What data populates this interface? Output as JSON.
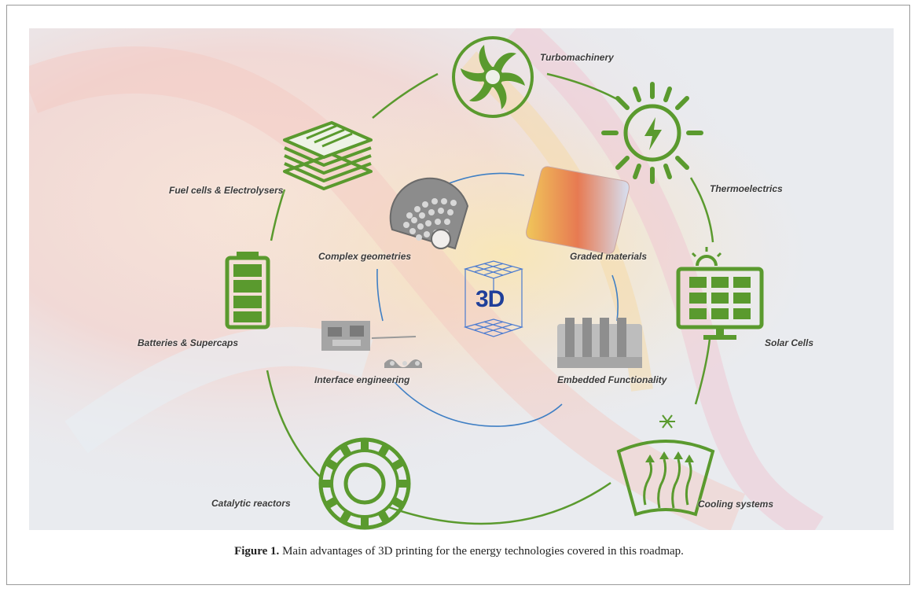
{
  "outer_labels": {
    "turbomachinery": "Turbomachinery",
    "thermoelectrics": "Thermoelectrics",
    "solar_cells": "Solar Cells",
    "cooling_systems": "Cooling systems",
    "catalytic_reactors": "Catalytic reactors",
    "batteries": "Batteries & Supercaps",
    "fuel_cells": "Fuel cells & Electrolysers"
  },
  "inner_labels": {
    "complex_geometries": "Complex geometries",
    "graded_materials": "Graded materials",
    "interface_engineering": "Interface engineering",
    "embedded_functionality": "Embedded Functionality"
  },
  "center_logo": "3D",
  "caption": {
    "figure_number": "Figure 1.",
    "text": " Main advantages of 3D printing for the energy technologies covered in this roadmap."
  },
  "colors": {
    "icon_green": "#5a9a2e",
    "inner_ring_blue": "#3f7fc4",
    "logo_blue": "#1f3f9a"
  },
  "icons": [
    "fan-icon",
    "sun-lightning-icon",
    "solar-panel-icon",
    "cooling-icon",
    "bearing-icon",
    "battery-icon",
    "stacked-layers-icon"
  ]
}
